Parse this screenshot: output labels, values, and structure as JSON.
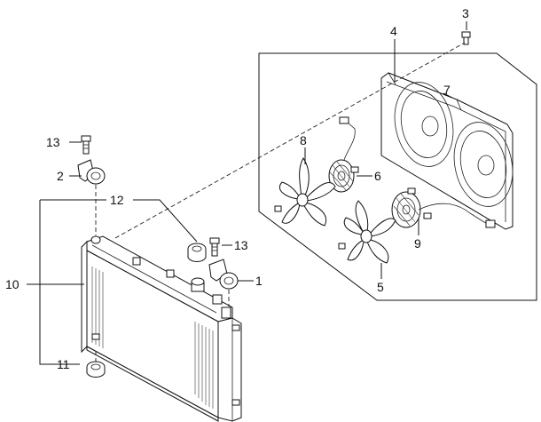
{
  "diagram": {
    "callouts": [
      {
        "id": "3",
        "text": "3"
      },
      {
        "id": "4",
        "text": "4"
      },
      {
        "id": "7",
        "text": "7"
      },
      {
        "id": "8",
        "text": "8"
      },
      {
        "id": "6",
        "text": "6"
      },
      {
        "id": "13a",
        "text": "13"
      },
      {
        "id": "2",
        "text": "2"
      },
      {
        "id": "12",
        "text": "12"
      },
      {
        "id": "13b",
        "text": "13"
      },
      {
        "id": "9",
        "text": "9"
      },
      {
        "id": "1",
        "text": "1"
      },
      {
        "id": "5",
        "text": "5"
      },
      {
        "id": "10",
        "text": "10"
      },
      {
        "id": "11",
        "text": "11"
      }
    ]
  }
}
